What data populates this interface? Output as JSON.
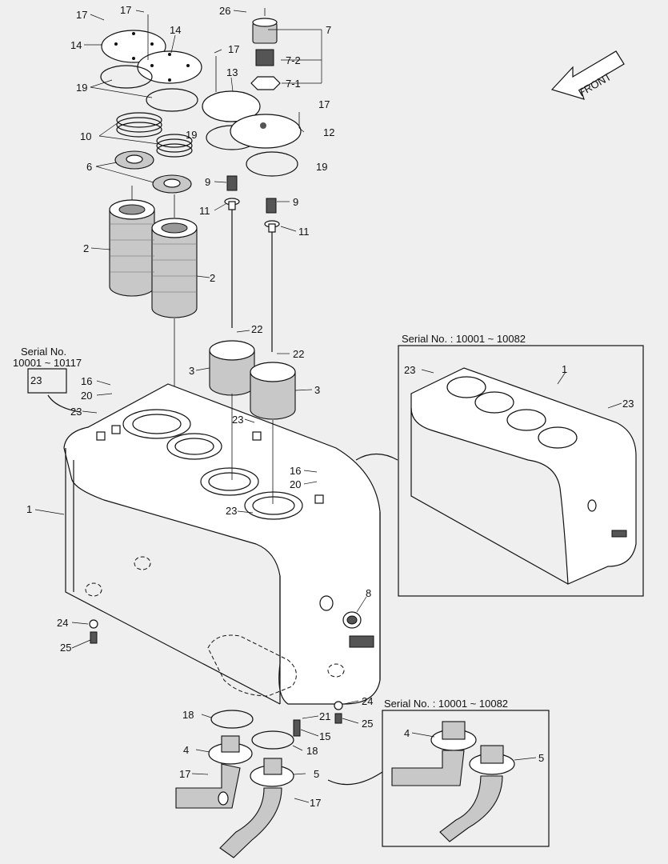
{
  "callouts": [
    {
      "id": "c17a",
      "text": "17"
    },
    {
      "id": "c17b",
      "text": "17"
    },
    {
      "id": "c26",
      "text": "26"
    },
    {
      "id": "c7",
      "text": "7"
    },
    {
      "id": "c14a",
      "text": "14"
    },
    {
      "id": "c14b",
      "text": "14"
    },
    {
      "id": "c17c",
      "text": "17"
    },
    {
      "id": "c72",
      "text": "7-2"
    },
    {
      "id": "c71",
      "text": "7-1"
    },
    {
      "id": "c19a",
      "text": "19"
    },
    {
      "id": "c13",
      "text": "13"
    },
    {
      "id": "c17d",
      "text": "17"
    },
    {
      "id": "c12",
      "text": "12"
    },
    {
      "id": "c10",
      "text": "10"
    },
    {
      "id": "c19b",
      "text": "19"
    },
    {
      "id": "c19c",
      "text": "19"
    },
    {
      "id": "c6",
      "text": "6"
    },
    {
      "id": "c9a",
      "text": "9"
    },
    {
      "id": "c9b",
      "text": "9"
    },
    {
      "id": "c11a",
      "text": "11"
    },
    {
      "id": "c11b",
      "text": "11"
    },
    {
      "id": "c2a",
      "text": "2"
    },
    {
      "id": "c2b",
      "text": "2"
    },
    {
      "id": "c22a",
      "text": "22"
    },
    {
      "id": "c22b",
      "text": "22"
    },
    {
      "id": "c3a",
      "text": "3"
    },
    {
      "id": "c3b",
      "text": "3"
    },
    {
      "id": "c16a",
      "text": "16"
    },
    {
      "id": "c20a",
      "text": "20"
    },
    {
      "id": "c23a",
      "text": "23"
    },
    {
      "id": "c23b",
      "text": "23"
    },
    {
      "id": "c16b",
      "text": "16"
    },
    {
      "id": "c20b",
      "text": "20"
    },
    {
      "id": "c23c",
      "text": "23"
    },
    {
      "id": "c1",
      "text": "1"
    },
    {
      "id": "c8",
      "text": "8"
    },
    {
      "id": "c24a",
      "text": "24"
    },
    {
      "id": "c25a",
      "text": "25"
    },
    {
      "id": "c24b",
      "text": "24"
    },
    {
      "id": "c25b",
      "text": "25"
    },
    {
      "id": "c21",
      "text": "21"
    },
    {
      "id": "c15",
      "text": "15"
    },
    {
      "id": "c18a",
      "text": "18"
    },
    {
      "id": "c18b",
      "text": "18"
    },
    {
      "id": "c4",
      "text": "4"
    },
    {
      "id": "c5",
      "text": "5"
    },
    {
      "id": "c17e",
      "text": "17"
    },
    {
      "id": "c17f",
      "text": "17"
    },
    {
      "id": "c23d",
      "text": "23"
    },
    {
      "id": "c1b",
      "text": "1"
    },
    {
      "id": "c23e",
      "text": "23"
    },
    {
      "id": "c23f",
      "text": "23"
    },
    {
      "id": "c4b",
      "text": "4"
    },
    {
      "id": "c5b",
      "text": "5"
    }
  ],
  "front_label": "FRONT",
  "serial_left_line1": "Serial No.",
  "serial_left_line2": "10001 ~ 10117",
  "inset_top_label": "Serial No. : 10001 ~ 10082",
  "inset_bottom_label": "Serial No. : 10001 ~ 10082"
}
